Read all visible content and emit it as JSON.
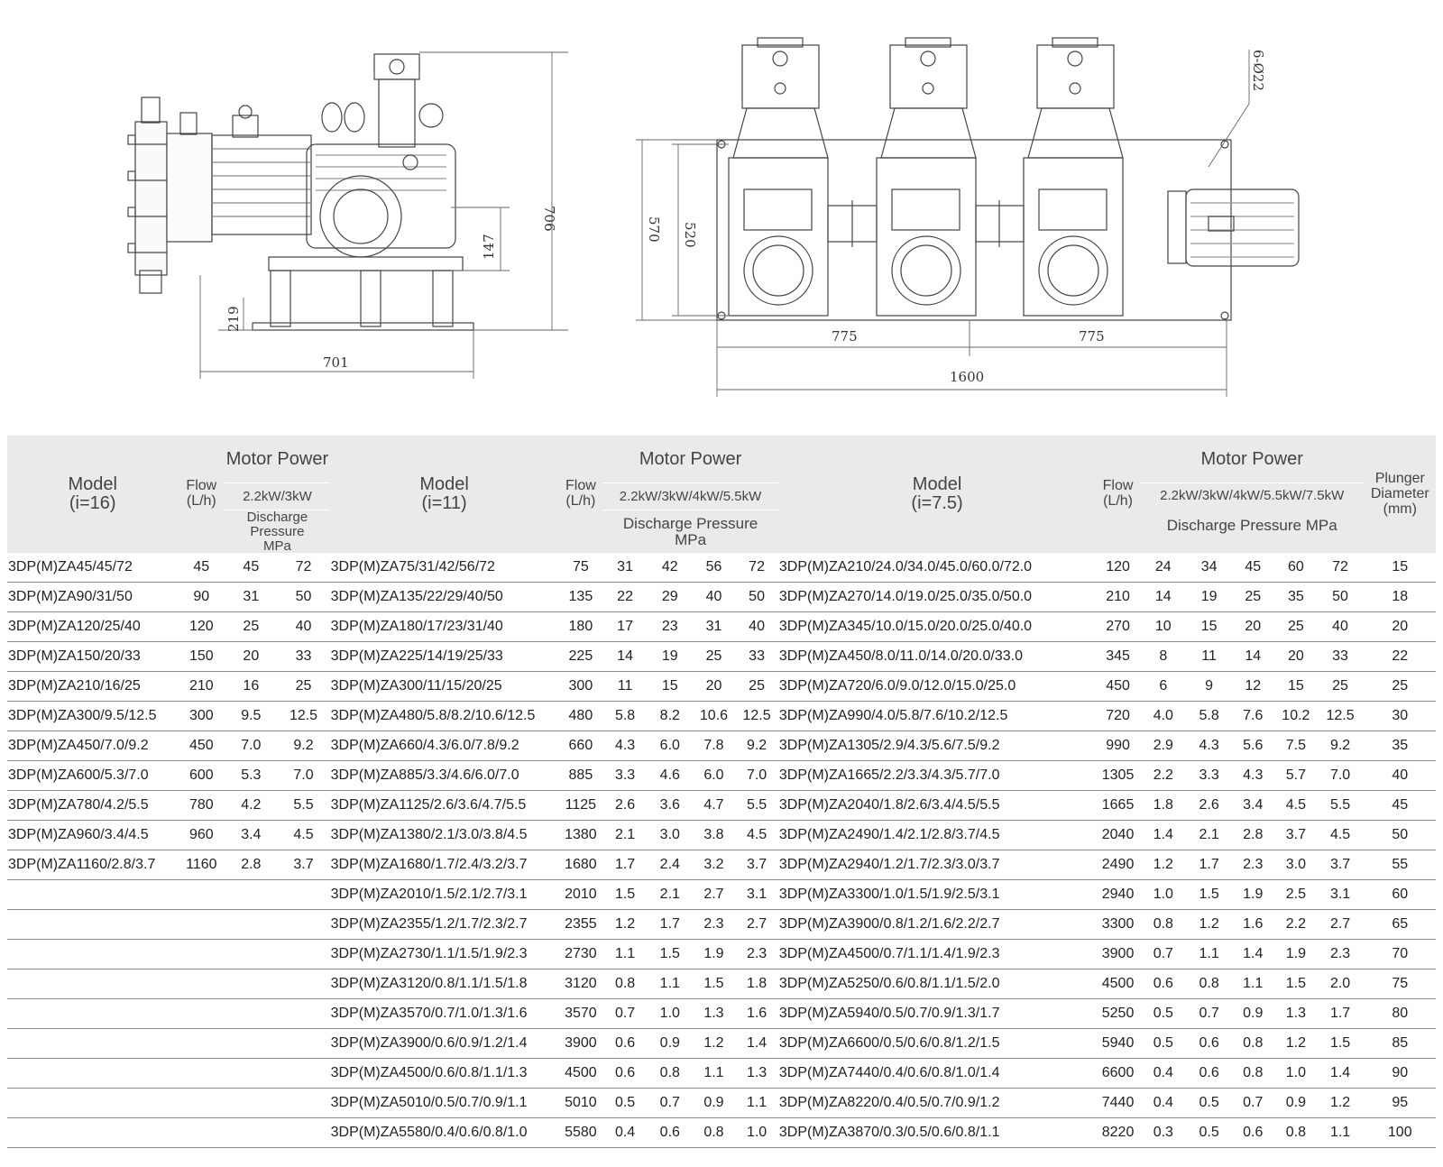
{
  "drawings": {
    "side_view": {
      "dims": [
        "706",
        "147",
        "219",
        "701"
      ]
    },
    "top_view": {
      "dims": [
        "570",
        "520",
        "775",
        "775",
        "1600",
        "6-Ø22"
      ]
    }
  },
  "table": {
    "g1": {
      "model": "Model",
      "ratio": "(i=16)",
      "flow": "Flow",
      "flow_unit": "(L/h)",
      "motor_power": "Motor Power",
      "kw": "2.2kW/3kW",
      "pressure": "Discharge Pressure",
      "pressure_unit": "MPa"
    },
    "g2": {
      "model": "Model",
      "ratio": "(i=11)",
      "flow": "Flow",
      "flow_unit": "(L/h)",
      "motor_power": "Motor Power",
      "kw": "2.2kW/3kW/4kW/5.5kW",
      "pressure": "Discharge Pressure",
      "pressure_unit": "MPa"
    },
    "g3": {
      "model": "Model",
      "ratio": "(i=7.5)",
      "flow": "Flow",
      "flow_unit": "(L/h)",
      "motor_power": "Motor Power",
      "kw": "2.2kW/3kW/4kW/5.5kW/7.5kW",
      "pressure": "Discharge Pressure MPa"
    },
    "plunger": {
      "line1": "Plunger",
      "line2": "Diameter",
      "line3": "(mm)"
    },
    "rows": [
      {
        "g1": [
          "3DP(M)ZA45/45/72",
          "45",
          "45",
          "72"
        ],
        "g2": [
          "3DP(M)ZA75/31/42/56/72",
          "75",
          "31",
          "42",
          "56",
          "72"
        ],
        "g3": [
          "3DP(M)ZA210/24.0/34.0/45.0/60.0/72.0",
          "120",
          "24",
          "34",
          "45",
          "60",
          "72"
        ],
        "d": "15"
      },
      {
        "g1": [
          "3DP(M)ZA90/31/50",
          "90",
          "31",
          "50"
        ],
        "g2": [
          "3DP(M)ZA135/22/29/40/50",
          "135",
          "22",
          "29",
          "40",
          "50"
        ],
        "g3": [
          "3DP(M)ZA270/14.0/19.0/25.0/35.0/50.0",
          "210",
          "14",
          "19",
          "25",
          "35",
          "50"
        ],
        "d": "18"
      },
      {
        "g1": [
          "3DP(M)ZA120/25/40",
          "120",
          "25",
          "40"
        ],
        "g2": [
          "3DP(M)ZA180/17/23/31/40",
          "180",
          "17",
          "23",
          "31",
          "40"
        ],
        "g3": [
          "3DP(M)ZA345/10.0/15.0/20.0/25.0/40.0",
          "270",
          "10",
          "15",
          "20",
          "25",
          "40"
        ],
        "d": "20"
      },
      {
        "g1": [
          "3DP(M)ZA150/20/33",
          "150",
          "20",
          "33"
        ],
        "g2": [
          "3DP(M)ZA225/14/19/25/33",
          "225",
          "14",
          "19",
          "25",
          "33"
        ],
        "g3": [
          "3DP(M)ZA450/8.0/11.0/14.0/20.0/33.0",
          "345",
          "8",
          "11",
          "14",
          "20",
          "33"
        ],
        "d": "22"
      },
      {
        "g1": [
          "3DP(M)ZA210/16/25",
          "210",
          "16",
          "25"
        ],
        "g2": [
          "3DP(M)ZA300/11/15/20/25",
          "300",
          "11",
          "15",
          "20",
          "25"
        ],
        "g3": [
          "3DP(M)ZA720/6.0/9.0/12.0/15.0/25.0",
          "450",
          "6",
          "9",
          "12",
          "15",
          "25"
        ],
        "d": "25"
      },
      {
        "g1": [
          "3DP(M)ZA300/9.5/12.5",
          "300",
          "9.5",
          "12.5"
        ],
        "g2": [
          "3DP(M)ZA480/5.8/8.2/10.6/12.5",
          "480",
          "5.8",
          "8.2",
          "10.6",
          "12.5"
        ],
        "g3": [
          "3DP(M)ZA990/4.0/5.8/7.6/10.2/12.5",
          "720",
          "4.0",
          "5.8",
          "7.6",
          "10.2",
          "12.5"
        ],
        "d": "30"
      },
      {
        "g1": [
          "3DP(M)ZA450/7.0/9.2",
          "450",
          "7.0",
          "9.2"
        ],
        "g2": [
          "3DP(M)ZA660/4.3/6.0/7.8/9.2",
          "660",
          "4.3",
          "6.0",
          "7.8",
          "9.2"
        ],
        "g3": [
          "3DP(M)ZA1305/2.9/4.3/5.6/7.5/9.2",
          "990",
          "2.9",
          "4.3",
          "5.6",
          "7.5",
          "9.2"
        ],
        "d": "35"
      },
      {
        "g1": [
          "3DP(M)ZA600/5.3/7.0",
          "600",
          "5.3",
          "7.0"
        ],
        "g2": [
          "3DP(M)ZA885/3.3/4.6/6.0/7.0",
          "885",
          "3.3",
          "4.6",
          "6.0",
          "7.0"
        ],
        "g3": [
          "3DP(M)ZA1665/2.2/3.3/4.3/5.7/7.0",
          "1305",
          "2.2",
          "3.3",
          "4.3",
          "5.7",
          "7.0"
        ],
        "d": "40"
      },
      {
        "g1": [
          "3DP(M)ZA780/4.2/5.5",
          "780",
          "4.2",
          "5.5"
        ],
        "g2": [
          "3DP(M)ZA1125/2.6/3.6/4.7/5.5",
          "1125",
          "2.6",
          "3.6",
          "4.7",
          "5.5"
        ],
        "g3": [
          "3DP(M)ZA2040/1.8/2.6/3.4/4.5/5.5",
          "1665",
          "1.8",
          "2.6",
          "3.4",
          "4.5",
          "5.5"
        ],
        "d": "45"
      },
      {
        "g1": [
          "3DP(M)ZA960/3.4/4.5",
          "960",
          "3.4",
          "4.5"
        ],
        "g2": [
          "3DP(M)ZA1380/2.1/3.0/3.8/4.5",
          "1380",
          "2.1",
          "3.0",
          "3.8",
          "4.5"
        ],
        "g3": [
          "3DP(M)ZA2490/1.4/2.1/2.8/3.7/4.5",
          "2040",
          "1.4",
          "2.1",
          "2.8",
          "3.7",
          "4.5"
        ],
        "d": "50"
      },
      {
        "g1": [
          "3DP(M)ZA1160/2.8/3.7",
          "1160",
          "2.8",
          "3.7"
        ],
        "g2": [
          "3DP(M)ZA1680/1.7/2.4/3.2/3.7",
          "1680",
          "1.7",
          "2.4",
          "3.2",
          "3.7"
        ],
        "g3": [
          "3DP(M)ZA2940/1.2/1.7/2.3/3.0/3.7",
          "2490",
          "1.2",
          "1.7",
          "2.3",
          "3.0",
          "3.7"
        ],
        "d": "55"
      },
      {
        "g1": [
          "",
          "",
          "",
          ""
        ],
        "g2": [
          "3DP(M)ZA2010/1.5/2.1/2.7/3.1",
          "2010",
          "1.5",
          "2.1",
          "2.7",
          "3.1"
        ],
        "g3": [
          "3DP(M)ZA3300/1.0/1.5/1.9/2.5/3.1",
          "2940",
          "1.0",
          "1.5",
          "1.9",
          "2.5",
          "3.1"
        ],
        "d": "60"
      },
      {
        "g1": [
          "",
          "",
          "",
          ""
        ],
        "g2": [
          "3DP(M)ZA2355/1.2/1.7/2.3/2.7",
          "2355",
          "1.2",
          "1.7",
          "2.3",
          "2.7"
        ],
        "g3": [
          "3DP(M)ZA3900/0.8/1.2/1.6/2.2/2.7",
          "3300",
          "0.8",
          "1.2",
          "1.6",
          "2.2",
          "2.7"
        ],
        "d": "65"
      },
      {
        "g1": [
          "",
          "",
          "",
          ""
        ],
        "g2": [
          "3DP(M)ZA2730/1.1/1.5/1.9/2.3",
          "2730",
          "1.1",
          "1.5",
          "1.9",
          "2.3"
        ],
        "g3": [
          "3DP(M)ZA4500/0.7/1.1/1.4/1.9/2.3",
          "3900",
          "0.7",
          "1.1",
          "1.4",
          "1.9",
          "2.3"
        ],
        "d": "70"
      },
      {
        "g1": [
          "",
          "",
          "",
          ""
        ],
        "g2": [
          "3DP(M)ZA3120/0.8/1.1/1.5/1.8",
          "3120",
          "0.8",
          "1.1",
          "1.5",
          "1.8"
        ],
        "g3": [
          "3DP(M)ZA5250/0.6/0.8/1.1/1.5/2.0",
          "4500",
          "0.6",
          "0.8",
          "1.1",
          "1.5",
          "2.0"
        ],
        "d": "75"
      },
      {
        "g1": [
          "",
          "",
          "",
          ""
        ],
        "g2": [
          "3DP(M)ZA3570/0.7/1.0/1.3/1.6",
          "3570",
          "0.7",
          "1.0",
          "1.3",
          "1.6"
        ],
        "g3": [
          "3DP(M)ZA5940/0.5/0.7/0.9/1.3/1.7",
          "5250",
          "0.5",
          "0.7",
          "0.9",
          "1.3",
          "1.7"
        ],
        "d": "80"
      },
      {
        "g1": [
          "",
          "",
          "",
          ""
        ],
        "g2": [
          "3DP(M)ZA3900/0.6/0.9/1.2/1.4",
          "3900",
          "0.6",
          "0.9",
          "1.2",
          "1.4"
        ],
        "g3": [
          "3DP(M)ZA6600/0.5/0.6/0.8/1.2/1.5",
          "5940",
          "0.5",
          "0.6",
          "0.8",
          "1.2",
          "1.5"
        ],
        "d": "85"
      },
      {
        "g1": [
          "",
          "",
          "",
          ""
        ],
        "g2": [
          "3DP(M)ZA4500/0.6/0.8/1.1/1.3",
          "4500",
          "0.6",
          "0.8",
          "1.1",
          "1.3"
        ],
        "g3": [
          "3DP(M)ZA7440/0.4/0.6/0.8/1.0/1.4",
          "6600",
          "0.4",
          "0.6",
          "0.8",
          "1.0",
          "1.4"
        ],
        "d": "90"
      },
      {
        "g1": [
          "",
          "",
          "",
          ""
        ],
        "g2": [
          "3DP(M)ZA5010/0.5/0.7/0.9/1.1",
          "5010",
          "0.5",
          "0.7",
          "0.9",
          "1.1"
        ],
        "g3": [
          "3DP(M)ZA8220/0.4/0.5/0.7/0.9/1.2",
          "7440",
          "0.4",
          "0.5",
          "0.7",
          "0.9",
          "1.2"
        ],
        "d": "95"
      },
      {
        "g1": [
          "",
          "",
          "",
          ""
        ],
        "g2": [
          "3DP(M)ZA5580/0.4/0.6/0.8/1.0",
          "5580",
          "0.4",
          "0.6",
          "0.8",
          "1.0"
        ],
        "g3": [
          "3DP(M)ZA3870/0.3/0.5/0.6/0.8/1.1",
          "8220",
          "0.3",
          "0.5",
          "0.6",
          "0.8",
          "1.1"
        ],
        "d": "100"
      }
    ]
  }
}
